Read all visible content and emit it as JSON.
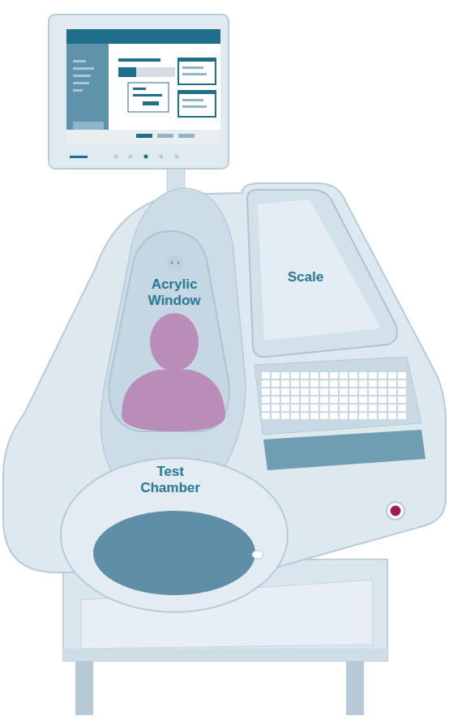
{
  "diagram": {
    "labels": [
      "Acrylic Window",
      "Scale",
      "Test Chamber"
    ]
  }
}
